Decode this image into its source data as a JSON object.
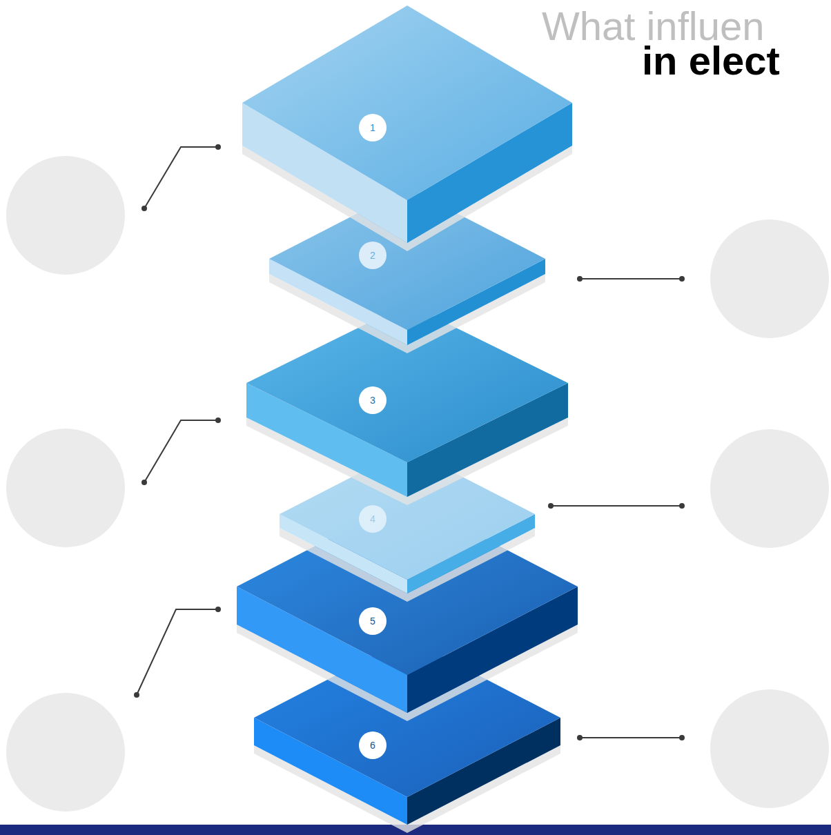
{
  "diagram": {
    "title": "What influen in elect",
    "nodes": [
      {
        "text": [
          "1"
        ]
      },
      {
        "text": [
          "2"
        ]
      },
      {
        "text": [
          "3"
        ]
      },
      {
        "text": [
          "4"
        ]
      },
      {
        "text": [
          "5"
        ]
      },
      {
        "text": [
          "6"
        ]
      }
    ]
  }
}
